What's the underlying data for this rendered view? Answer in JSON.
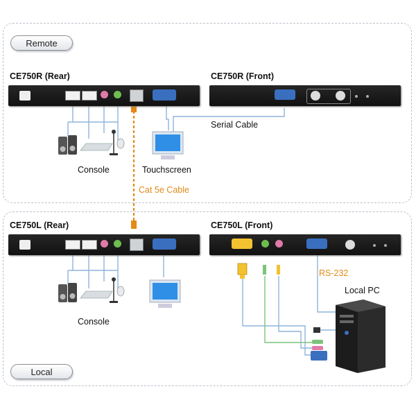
{
  "zones": {
    "remote": {
      "label": "Remote"
    },
    "local": {
      "label": "Local"
    }
  },
  "devices": {
    "ce750r_rear": {
      "title": "CE750R (Rear)"
    },
    "ce750r_front": {
      "title": "CE750R (Front)"
    },
    "ce750l_rear": {
      "title": "CE750L (Rear)"
    },
    "ce750l_front": {
      "title": "CE750L (Front)"
    }
  },
  "labels": {
    "serial_cable": "Serial Cable",
    "console_remote": "Console",
    "touchscreen": "Touchscreen",
    "cat5e_cable": "Cat 5e Cable",
    "console_local": "Console",
    "rs232": "RS-232",
    "local_pc": "Local PC"
  },
  "colors": {
    "device_body": "#1a1a1a",
    "cat5e": "#e38a17",
    "rs232": "#e38a17",
    "wire_blue": "#8fb4dc",
    "wire_green": "#7cc47a",
    "vga_blue": "#3a6fc0",
    "audio_green": "#6cbf4e",
    "audio_pink": "#e07aa8"
  },
  "icons": [
    "speaker-icon",
    "keyboard-icon",
    "mouse-icon",
    "microphone-icon",
    "monitor-icon",
    "touchscreen-icon",
    "pc-tower-icon",
    "vga-connector-icon",
    "audio-plug-icon",
    "usb-plug-icon",
    "rj45-port-icon"
  ]
}
